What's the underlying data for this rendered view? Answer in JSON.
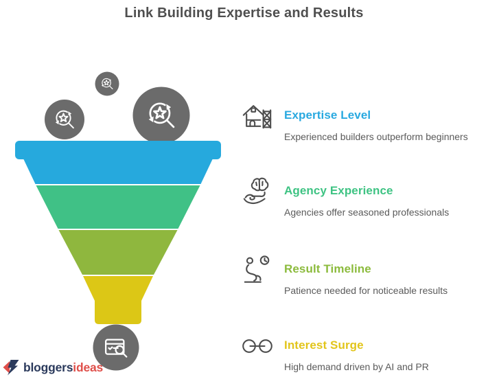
{
  "title": "Link Building Expertise and Results",
  "funnel": {
    "circle_color": "#6B6B6B",
    "levels": [
      {
        "name": "expertise-level",
        "color": "#26A9DD"
      },
      {
        "name": "agency-experience",
        "color": "#40C186"
      },
      {
        "name": "result-timeline",
        "color": "#8FB73E"
      },
      {
        "name": "interest-surge",
        "color": "#DCC716"
      }
    ],
    "top_icons": "search-star-refresh-icon",
    "bottom_icon": "browser-search-icon"
  },
  "items": [
    {
      "icon": "construction-house-icon",
      "heading": "Expertise Level",
      "description": "Experienced builders outperform beginners",
      "color": "#29A9E0"
    },
    {
      "icon": "hand-brain-icon",
      "heading": "Agency Experience",
      "description": "Agencies offer seasoned professionals",
      "color": "#3EC383"
    },
    {
      "icon": "waiting-person-clock-icon",
      "heading": "Result Timeline",
      "description": "Patience needed for noticeable results",
      "color": "#8CBB3D"
    },
    {
      "icon": "chain-link-icon",
      "heading": "Interest Surge",
      "description": "High demand driven by AI and PR",
      "color": "#E2C51B"
    }
  ],
  "logo": {
    "text_primary": "bloggers",
    "text_accent": "ideas",
    "primary_color": "#2B3A5C",
    "accent_color": "#DF4F4A"
  }
}
